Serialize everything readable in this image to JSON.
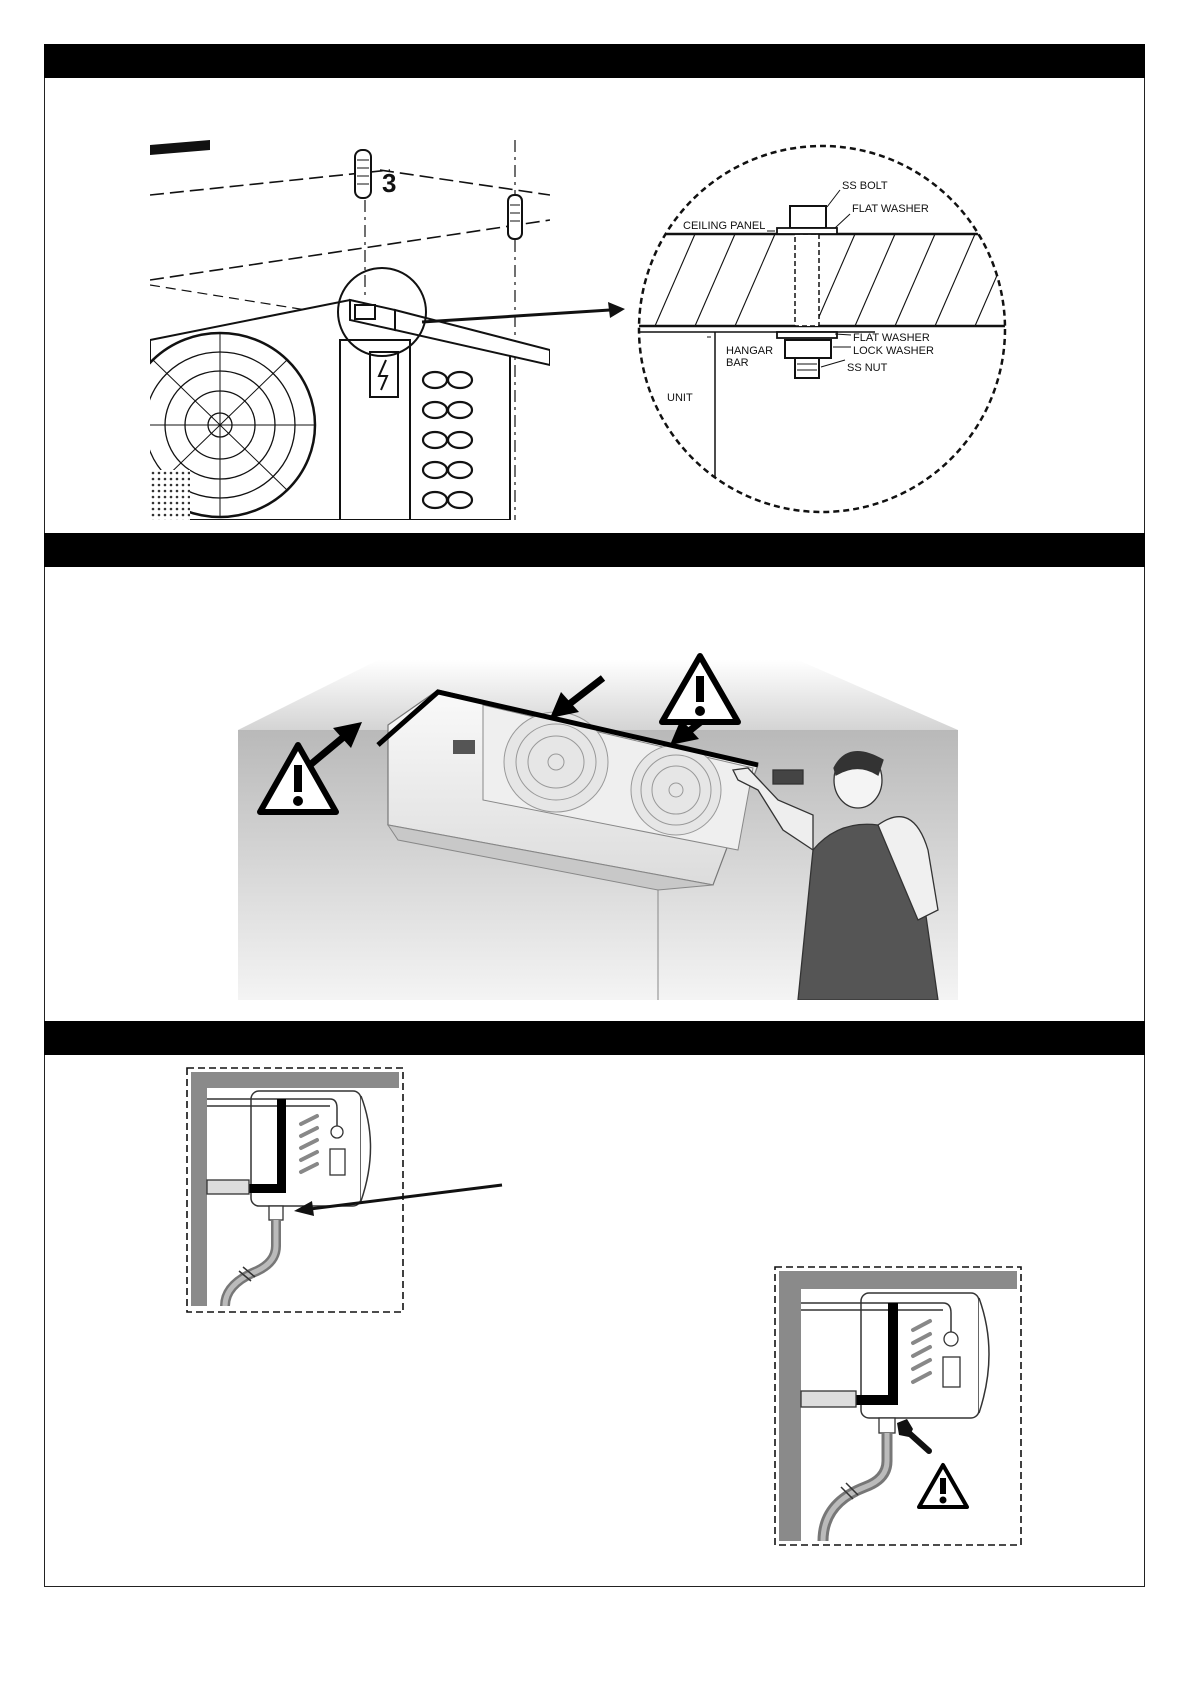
{
  "sections": [
    {
      "id": "mounting",
      "title": ""
    },
    {
      "id": "sealing",
      "title": ""
    },
    {
      "id": "drain",
      "title": ""
    }
  ],
  "mounting": {
    "hanger_number": "3",
    "callouts": {
      "ss_bolt": "SS BOLT",
      "flat_washer_top": "FLAT WASHER",
      "ceiling_panel": "CEILING PANEL",
      "hangar": "HANGAR",
      "bar": "BAR",
      "flat_washer_bottom": "FLAT WASHER",
      "lock_washer": "LOCK WASHER",
      "ss_nut": "SS NUT",
      "unit": "UNIT"
    }
  },
  "sealing": {
    "warning_count": 3
  },
  "drain": {}
}
